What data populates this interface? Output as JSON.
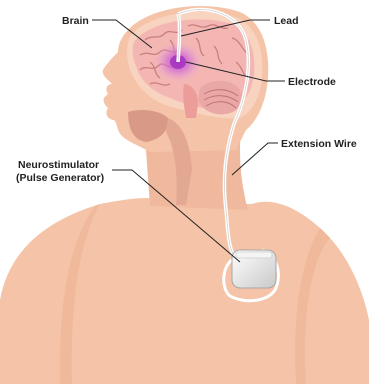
{
  "labels": {
    "brain": "Brain",
    "lead": "Lead",
    "electrode": "Electrode",
    "extension_wire": "Extension Wire",
    "neurostimulator_line1": "Neurostimulator",
    "neurostimulator_line2": "(Pulse Generator)"
  },
  "colors": {
    "skin": "#f5c4a8",
    "skin_shadow": "#e8a98b",
    "brain": "#f3b6b3",
    "brain_fold": "#c97f7c",
    "electrode_glow": "#c04fd0",
    "wire": "#ffffff",
    "device": "#e8e8e8",
    "label_text": "#222222"
  }
}
